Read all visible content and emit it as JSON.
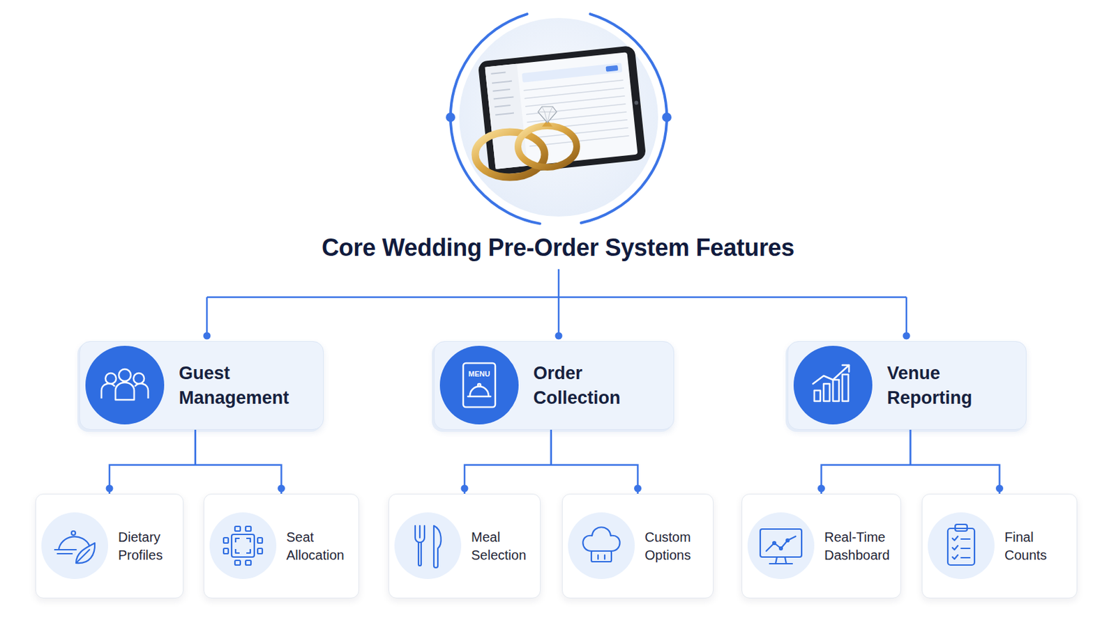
{
  "diagram": {
    "title": "Core Wedding Pre-Order System Features",
    "nodes": [
      {
        "text": [
          "Guest Management"
        ]
      },
      {
        "text": [
          "Order Collection"
        ]
      },
      {
        "text": [
          "Venue Reporting"
        ]
      },
      {
        "text": [
          "Dietary Profiles"
        ]
      },
      {
        "text": [
          "Seat Allocation"
        ]
      },
      {
        "text": [
          "Meal Selection"
        ]
      },
      {
        "text": [
          "Custom Options"
        ]
      },
      {
        "text": [
          "Real-Time Dashboard"
        ]
      },
      {
        "text": [
          "Final Counts"
        ]
      }
    ],
    "edges": [
      {
        "from": 0,
        "to": 3,
        "arrow": "none"
      },
      {
        "from": 0,
        "to": 4,
        "arrow": "none"
      },
      {
        "from": 1,
        "to": 5,
        "arrow": "none"
      },
      {
        "from": 1,
        "to": 6,
        "arrow": "none"
      },
      {
        "from": 2,
        "to": 7,
        "arrow": "none"
      },
      {
        "from": 2,
        "to": 8,
        "arrow": "none"
      }
    ],
    "labels": [
      "MENU"
    ]
  }
}
